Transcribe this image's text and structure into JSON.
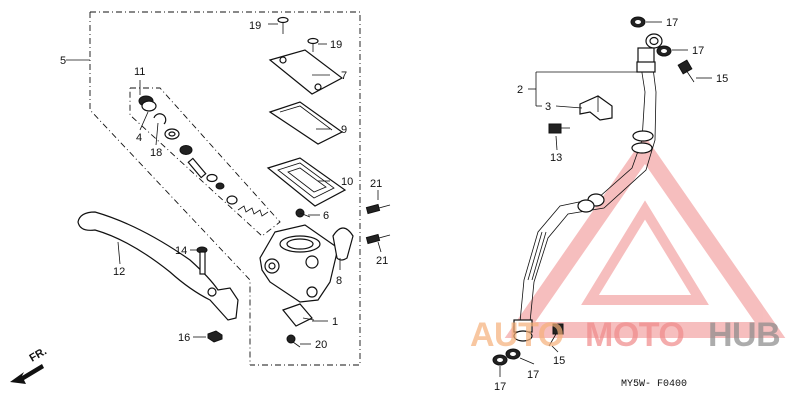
{
  "labels": {
    "l1": "1",
    "l2": "2",
    "l3": "3",
    "l4": "4",
    "l5": "5",
    "l6": "6",
    "l7": "7",
    "l8": "8",
    "l9": "9",
    "l10": "10",
    "l11": "11",
    "l12": "12",
    "l13": "13",
    "l14": "14",
    "l15a": "15",
    "l15b": "15",
    "l16": "16",
    "l17a": "17",
    "l17b": "17",
    "l17c": "17",
    "l17d": "17",
    "l18": "18",
    "l19a": "19",
    "l19b": "19",
    "l20": "20",
    "l21a": "21",
    "l21b": "21"
  },
  "direction": "FR.",
  "diagram_code": "MY5W- F0400",
  "watermark": {
    "part1": "AUTO",
    "part2": "MOTO",
    "part3": "HUB",
    "colors": {
      "accent": "#f08a8a",
      "orange": "#f6b07a",
      "gray": "#8a8a8a"
    }
  }
}
